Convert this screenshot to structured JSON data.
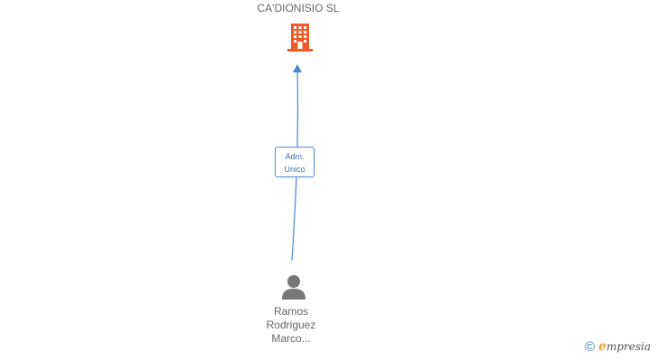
{
  "company": {
    "name": "CA'DIONISIO SL",
    "icon": "building-icon",
    "icon_color": "#f05a28"
  },
  "relation": {
    "role_line1": "Adm.",
    "role_line2": "Unico",
    "edge_color": "#4a86d6"
  },
  "person": {
    "icon": "person-icon",
    "icon_color": "#777777",
    "name_lines": [
      "Ramos",
      "Rodriguez",
      "Marco..."
    ]
  },
  "footer": {
    "copyright_symbol": "©",
    "brand_initial": "e",
    "brand_rest": "mpresia"
  }
}
